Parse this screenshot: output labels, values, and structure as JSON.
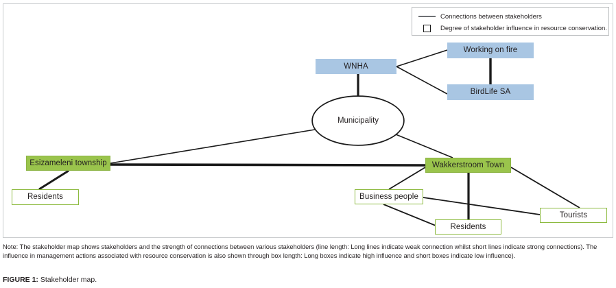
{
  "figure": {
    "caption_label": "FIGURE 1:",
    "caption_text": "Stakeholder map.",
    "note": "Note: The stakeholder map shows stakeholders and the strength of connections between various stakeholders (line length: Long lines indicate weak connection whilst short lines indicate strong connections). The influence in management actions associated with resource conservation is also shown through box length: Long boxes indicate high influence and short boxes indicate low influence)."
  },
  "legend": {
    "items": [
      {
        "swatch": "line",
        "label": "Connections between stakeholders"
      },
      {
        "swatch": "square",
        "label": "Degree of stakeholder influence in resource conservation."
      }
    ]
  },
  "colors": {
    "blue_fill": "#a9c6e3",
    "green_fill": "#9ac44c",
    "green_border": "#8cba3f",
    "line": "#1a1a1a",
    "frame": "#c9ccce"
  },
  "nodes": [
    {
      "id": "wnha",
      "label": "WNHA",
      "style": "blue"
    },
    {
      "id": "working-on-fire",
      "label": "Working on fire",
      "style": "blue"
    },
    {
      "id": "birdlife-sa",
      "label": "BirdLife SA",
      "style": "blue"
    },
    {
      "id": "municipality",
      "label": "Municipality",
      "style": "ellipse"
    },
    {
      "id": "esizameleni-township",
      "label": "Esizameleni township",
      "style": "green-filled"
    },
    {
      "id": "wakkerstroom-town",
      "label": "Wakkerstroom Town",
      "style": "green-filled"
    },
    {
      "id": "residents-left",
      "label": "Residents",
      "style": "green-outline"
    },
    {
      "id": "business-people",
      "label": "Business people",
      "style": "green-outline"
    },
    {
      "id": "residents-right",
      "label": "Residents",
      "style": "green-outline"
    },
    {
      "id": "tourists",
      "label": "Tourists",
      "style": "green-outline"
    }
  ],
  "connections": [
    {
      "from": "wnha",
      "to": "working-on-fire",
      "weight": "thin"
    },
    {
      "from": "wnha",
      "to": "birdlife-sa",
      "weight": "thin"
    },
    {
      "from": "working-on-fire",
      "to": "birdlife-sa",
      "weight": "thick"
    },
    {
      "from": "wnha",
      "to": "municipality",
      "weight": "thick"
    },
    {
      "from": "municipality",
      "to": "esizameleni-township",
      "weight": "thin"
    },
    {
      "from": "municipality",
      "to": "wakkerstroom-town",
      "weight": "thin"
    },
    {
      "from": "esizameleni-township",
      "to": "wakkerstroom-town",
      "weight": "thick"
    },
    {
      "from": "esizameleni-township",
      "to": "residents-left",
      "weight": "thick"
    },
    {
      "from": "wakkerstroom-town",
      "to": "business-people",
      "weight": "thin"
    },
    {
      "from": "wakkerstroom-town",
      "to": "residents-right",
      "weight": "thick"
    },
    {
      "from": "wakkerstroom-town",
      "to": "tourists",
      "weight": "thin"
    },
    {
      "from": "business-people",
      "to": "residents-right",
      "weight": "thin"
    },
    {
      "from": "business-people",
      "to": "tourists",
      "weight": "thin"
    }
  ]
}
